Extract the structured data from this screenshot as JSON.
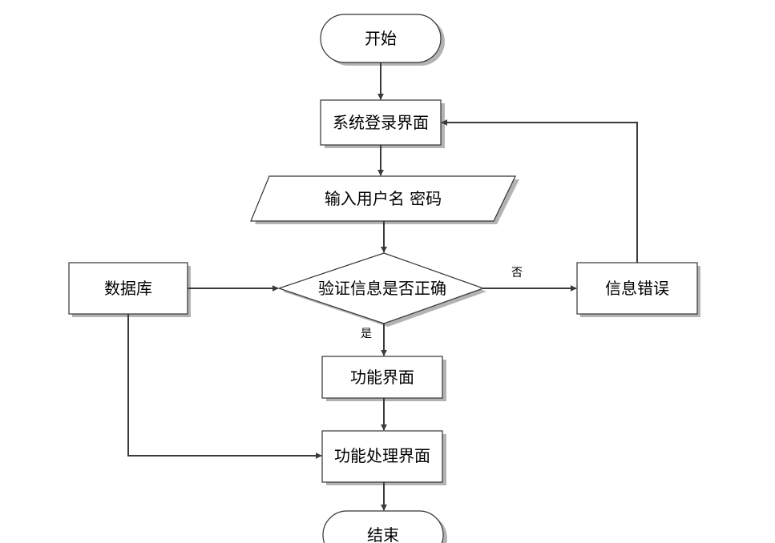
{
  "nodes": {
    "start": "开始",
    "login": "系统登录界面",
    "input": "输入用户名 密码",
    "verify": "验证信息是否正确",
    "database": "数据库",
    "error": "信息错误",
    "function": "功能界面",
    "process": "功能处理界面",
    "end": "结束"
  },
  "edge_labels": {
    "no": "否",
    "yes": "是"
  }
}
